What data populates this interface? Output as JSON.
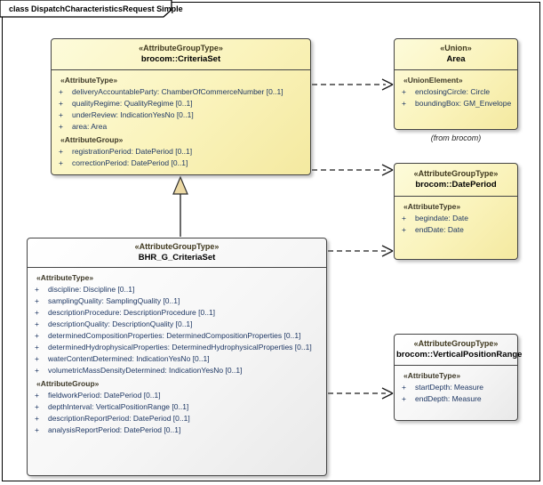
{
  "frame": {
    "title": "class DispatchCharacteristicsRequest Simple"
  },
  "colors": {
    "box_fill_yellow": "#faf3bb",
    "box_fill_white": "#f6f6f6",
    "box_border": "#454545",
    "attribute_text": "#1f3864",
    "stereotype_text": "#3d3827",
    "generalization_triangle_fill": "#ecd9a4"
  },
  "classes": {
    "criteria_set": {
      "stereotype": "«AttributeGroupType»",
      "name": "brocom::CriteriaSet",
      "rows": [
        {
          "kind": "stereo",
          "text": "«AttributeType»"
        },
        {
          "kind": "attr",
          "text": "deliveryAccountableParty: ChamberOfCommerceNumber [0..1]"
        },
        {
          "kind": "attr",
          "text": "qualityRegime: QualityRegime [0..1]"
        },
        {
          "kind": "attr",
          "text": "underReview: IndicationYesNo [0..1]"
        },
        {
          "kind": "attr",
          "text": "area: Area"
        },
        {
          "kind": "stereo",
          "text": "«AttributeGroup»"
        },
        {
          "kind": "attr",
          "text": "registrationPeriod: DatePeriod [0..1]"
        },
        {
          "kind": "attr",
          "text": "correctionPeriod: DatePeriod [0..1]"
        }
      ]
    },
    "area_union": {
      "stereotype": "«Union»",
      "name": "Area",
      "origin_note": "(from brocom)",
      "rows": [
        {
          "kind": "stereo",
          "text": "«UnionElement»"
        },
        {
          "kind": "attr",
          "text": "enclosingCircle: Circle"
        },
        {
          "kind": "attr",
          "text": "boundingBox: GM_Envelope"
        }
      ]
    },
    "date_period": {
      "stereotype": "«AttributeGroupType»",
      "name": "brocom::DatePeriod",
      "rows": [
        {
          "kind": "stereo",
          "text": "«AttributeType»"
        },
        {
          "kind": "attr",
          "text": "begindate: Date"
        },
        {
          "kind": "attr",
          "text": "endDate: Date"
        }
      ]
    },
    "bhr_g_criteria_set": {
      "stereotype": "«AttributeGroupType»",
      "name": "BHR_G_CriteriaSet",
      "rows": [
        {
          "kind": "stereo",
          "text": "«AttributeType»"
        },
        {
          "kind": "attr",
          "text": "discipline: Discipline [0..1]"
        },
        {
          "kind": "attr",
          "text": "samplingQuality: SamplingQuality [0..1]"
        },
        {
          "kind": "attr",
          "text": "descriptionProcedure: DescriptionProcedure [0..1]"
        },
        {
          "kind": "attr",
          "text": "descriptionQuality: DescriptionQuality [0..1]"
        },
        {
          "kind": "attr",
          "text": "determinedCompositionProperties: DeterminedCompositionProperties [0..1]"
        },
        {
          "kind": "attr",
          "text": "determinedHydrophysicalProperties: DeterminedHydrophysicalProperties [0..1]"
        },
        {
          "kind": "attr",
          "text": "waterContentDetermined: IndicationYesNo [0..1]"
        },
        {
          "kind": "attr",
          "text": "volumetricMassDensityDetermined: IndicationYesNo [0..1]"
        },
        {
          "kind": "stereo",
          "text": "«AttributeGroup»"
        },
        {
          "kind": "attr",
          "text": "fieldworkPeriod: DatePeriod [0..1]"
        },
        {
          "kind": "attr",
          "text": "depthInterval: VerticalPositionRange [0..1]"
        },
        {
          "kind": "attr",
          "text": "descriptionReportPeriod: DatePeriod [0..1]"
        },
        {
          "kind": "attr",
          "text": "analysisReportPeriod: DatePeriod [0..1]"
        }
      ]
    },
    "vertical_position_range": {
      "stereotype": "«AttributeGroupType»",
      "name": "brocom::VerticalPositionRange",
      "rows": [
        {
          "kind": "stereo",
          "text": "«AttributeType»"
        },
        {
          "kind": "attr",
          "text": "startDepth: Measure"
        },
        {
          "kind": "attr",
          "text": "endDepth: Measure"
        }
      ]
    }
  },
  "relationships": [
    {
      "type": "dependency",
      "from": "brocom::CriteriaSet",
      "to": "Area",
      "style": "dashed-open-arrow"
    },
    {
      "type": "dependency",
      "from": "brocom::CriteriaSet",
      "to": "brocom::DatePeriod",
      "style": "dashed-open-arrow"
    },
    {
      "type": "generalization",
      "from": "BHR_G_CriteriaSet",
      "to": "brocom::CriteriaSet",
      "style": "solid-hollow-triangle"
    },
    {
      "type": "dependency",
      "from": "BHR_G_CriteriaSet",
      "to": "brocom::DatePeriod",
      "style": "dashed-open-arrow"
    },
    {
      "type": "dependency",
      "from": "BHR_G_CriteriaSet",
      "to": "brocom::VerticalPositionRange",
      "style": "dashed-open-arrow"
    }
  ]
}
